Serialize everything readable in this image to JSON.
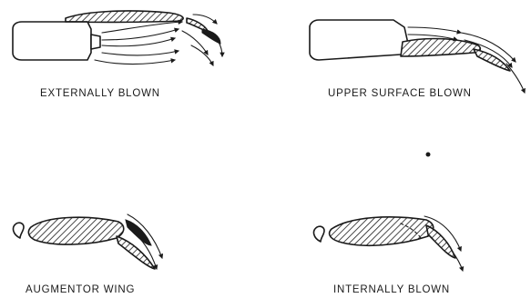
{
  "panels": {
    "externally_blown": {
      "caption": "EXTERNALLY BLOWN"
    },
    "upper_surface_blown": {
      "caption": "UPPER SURFACE BLOWN"
    },
    "augmentor_wing": {
      "caption": "AUGMENTOR WING"
    },
    "internally_blown": {
      "caption": "INTERNALLY BLOWN"
    }
  }
}
